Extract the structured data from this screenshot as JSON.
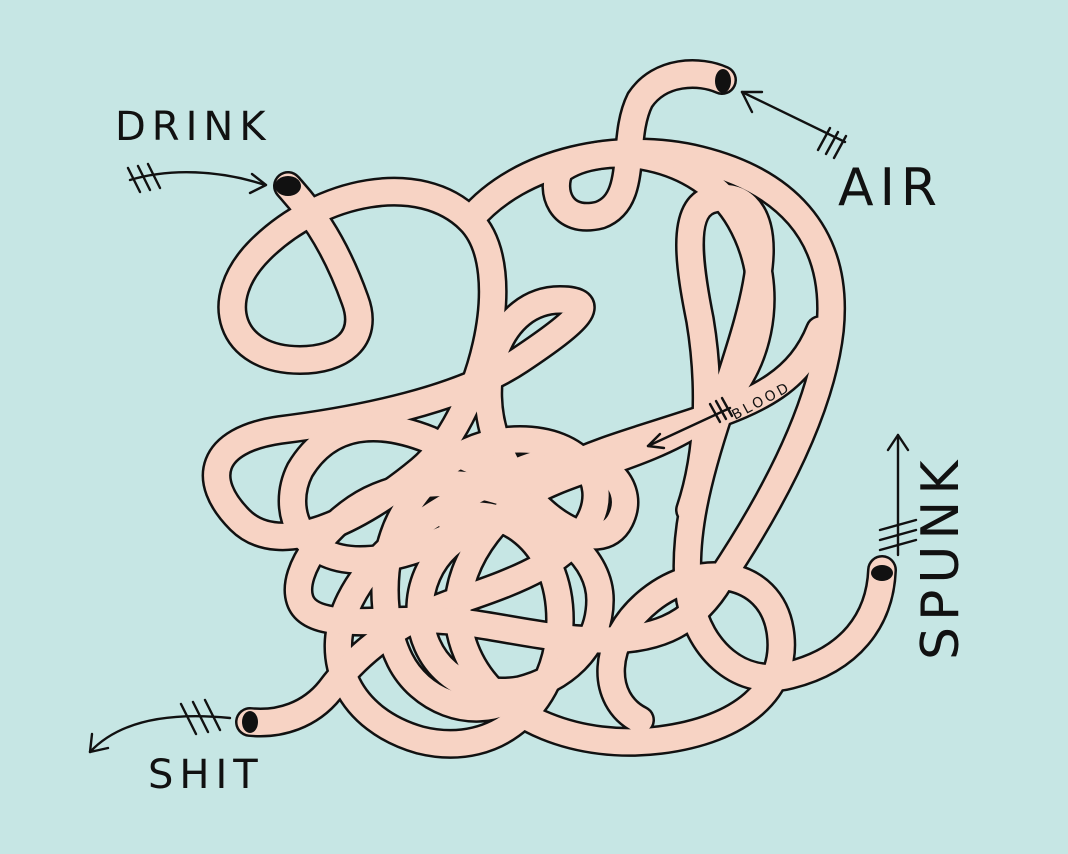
{
  "labels": {
    "drink": "DRINK",
    "air": "AIR",
    "spunk": "SPUNK",
    "shit": "SHIT",
    "blood": "BLOOD"
  },
  "colors": {
    "background": "#c6e6e4",
    "tube": "#f7d3c4",
    "ink": "#111111"
  }
}
